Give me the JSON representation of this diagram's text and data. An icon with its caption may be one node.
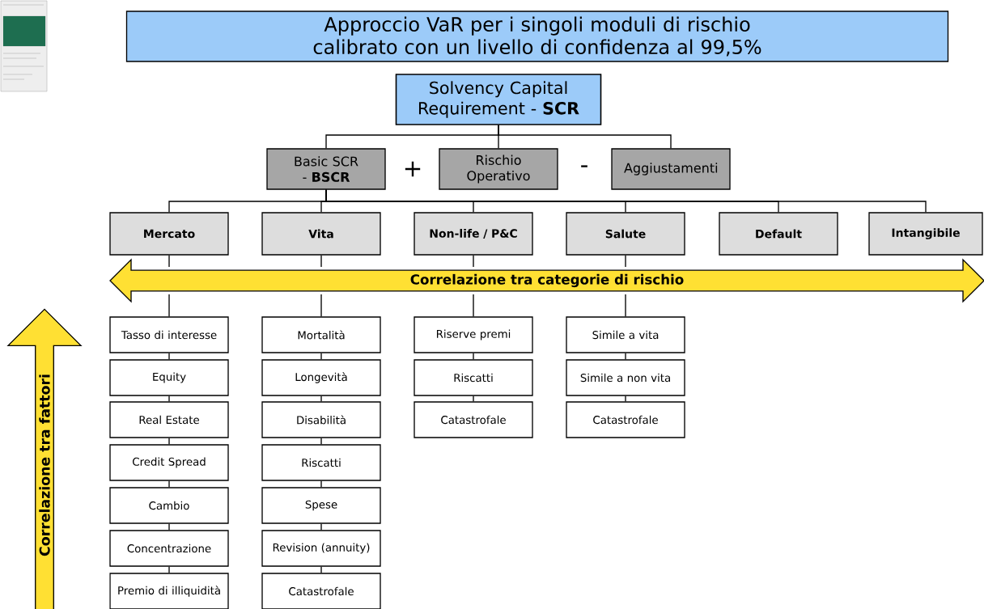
{
  "diagram": {
    "nodes": [
      {
        "text": [
          "Approccio VaR per i singoli moduli di rischio calibrato con un livello di confidenza al 99,5%"
        ]
      },
      {
        "text": [
          "Solvency Capital Requirement - **SCR**"
        ]
      },
      {
        "text": [
          "Basic SCR - **BSCR**"
        ]
      },
      {
        "text": [
          "Rischio Operativo"
        ]
      },
      {
        "text": [
          "Aggiustamenti"
        ]
      },
      {
        "text": [
          "Mercato"
        ]
      },
      {
        "text": [
          "Vita"
        ]
      },
      {
        "text": [
          "Non-life / P&C"
        ]
      },
      {
        "text": [
          "Salute"
        ]
      },
      {
        "text": [
          "Default"
        ]
      },
      {
        "text": [
          "Intangibile"
        ]
      },
      {
        "text": [
          "Correlazione tra categorie di rischio"
        ]
      },
      {
        "text": [
          "Correlazione tra fattori"
        ]
      },
      {
        "text": [
          "Tasso di interesse"
        ]
      },
      {
        "text": [
          "Equity"
        ]
      },
      {
        "text": [
          "Real Estate"
        ]
      },
      {
        "text": [
          "Credit Spread"
        ]
      },
      {
        "text": [
          "Cambio"
        ]
      },
      {
        "text": [
          "Concentrazione"
        ]
      },
      {
        "text": [
          "Premio di illiquidità"
        ]
      },
      {
        "text": [
          "Mortalità"
        ]
      },
      {
        "text": [
          "Longevità"
        ]
      },
      {
        "text": [
          "Disabilità"
        ]
      },
      {
        "text": [
          "Riscatti"
        ]
      },
      {
        "text": [
          "Spese"
        ]
      },
      {
        "text": [
          "Revision (annuity)"
        ]
      },
      {
        "text": [
          "Catastrofale"
        ]
      },
      {
        "text": [
          "Riserve premi"
        ]
      },
      {
        "text": [
          "Riscatti"
        ]
      },
      {
        "text": [
          "Catastrofale"
        ]
      },
      {
        "text": [
          "Simile a vita"
        ]
      },
      {
        "text": [
          "Simile a non vita"
        ]
      },
      {
        "text": [
          "Catastrofale"
        ]
      }
    ],
    "edges": [
      {
        "from": 1,
        "to": 2,
        "arrow": "none"
      },
      {
        "from": 1,
        "to": 3,
        "arrow": "none"
      },
      {
        "from": 1,
        "to": 4,
        "arrow": "none"
      },
      {
        "from": 2,
        "to": 5,
        "arrow": "none"
      },
      {
        "from": 2,
        "to": 6,
        "arrow": "none"
      },
      {
        "from": 2,
        "to": 7,
        "arrow": "none"
      },
      {
        "from": 2,
        "to": 8,
        "arrow": "none"
      },
      {
        "from": 2,
        "to": 9,
        "arrow": "none"
      },
      {
        "from": 2,
        "to": 10,
        "arrow": "none"
      },
      {
        "from": 5,
        "to": 11,
        "arrow": "none"
      },
      {
        "from": 11,
        "to": 13,
        "arrow": "none"
      },
      {
        "from": 13,
        "to": 14,
        "arrow": "none"
      },
      {
        "from": 14,
        "to": 15,
        "arrow": "none"
      },
      {
        "from": 15,
        "to": 16,
        "arrow": "none"
      },
      {
        "from": 16,
        "to": 17,
        "arrow": "none"
      },
      {
        "from": 17,
        "to": 18,
        "arrow": "none"
      },
      {
        "from": 18,
        "to": 19,
        "arrow": "none"
      },
      {
        "from": 6,
        "to": 11,
        "arrow": "none"
      },
      {
        "from": 11,
        "to": 20,
        "arrow": "none"
      },
      {
        "from": 20,
        "to": 21,
        "arrow": "none"
      },
      {
        "from": 21,
        "to": 22,
        "arrow": "none"
      },
      {
        "from": 22,
        "to": 23,
        "arrow": "none"
      },
      {
        "from": 23,
        "to": 24,
        "arrow": "none"
      },
      {
        "from": 24,
        "to": 25,
        "arrow": "none"
      },
      {
        "from": 25,
        "to": 26,
        "arrow": "none"
      },
      {
        "from": 7,
        "to": 11,
        "arrow": "none"
      },
      {
        "from": 11,
        "to": 27,
        "arrow": "none"
      },
      {
        "from": 27,
        "to": 28,
        "arrow": "none"
      },
      {
        "from": 28,
        "to": 29,
        "arrow": "none"
      },
      {
        "from": 8,
        "to": 11,
        "arrow": "none"
      },
      {
        "from": 11,
        "to": 30,
        "arrow": "none"
      },
      {
        "from": 30,
        "to": 31,
        "arrow": "none"
      },
      {
        "from": 31,
        "to": 32,
        "arrow": "none"
      }
    ],
    "labels": [
      "+",
      "-"
    ]
  }
}
